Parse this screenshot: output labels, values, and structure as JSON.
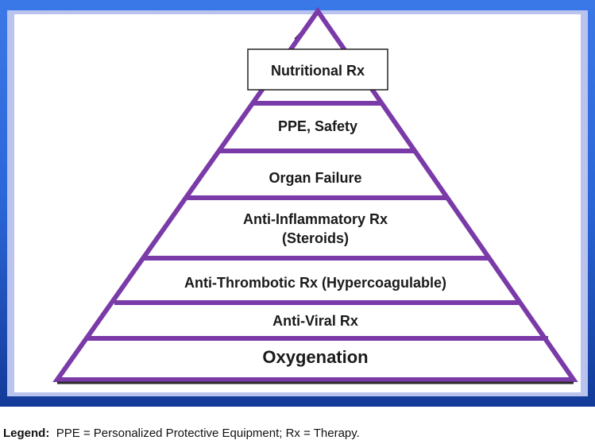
{
  "diagram": {
    "tiers": [
      {
        "lines": [
          "Nutritional Rx"
        ]
      },
      {
        "lines": [
          "PPE, Safety"
        ]
      },
      {
        "lines": [
          "Organ Failure"
        ]
      },
      {
        "lines": [
          "Anti-Inflammatory Rx",
          "(Steroids)"
        ]
      },
      {
        "lines": [
          "Anti-Thrombotic Rx (Hypercoagulable)"
        ]
      },
      {
        "lines": [
          "Anti-Viral Rx"
        ]
      },
      {
        "lines": [
          "Oxygenation"
        ]
      }
    ]
  },
  "legend": {
    "title": "Legend:",
    "text": "PPE = Personalized Protective Equipment; Rx = Therapy."
  },
  "colors": {
    "frame_blue": "#2a66d8",
    "frame_dark": "#123a99",
    "inner_border": "#b9c3ee",
    "pyramid_purple": "#7a3aa8",
    "text": "#1a1a1a"
  }
}
